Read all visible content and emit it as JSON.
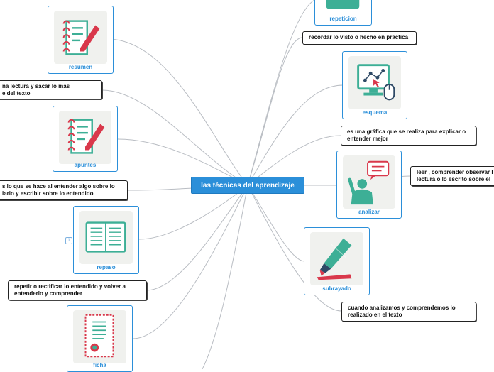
{
  "central": {
    "label": "las técnicas del aprendizaje"
  },
  "cards": {
    "resumen": "resumen",
    "apuntes": "apuntes",
    "repaso": "repaso",
    "ficha": "ficha",
    "repeticion": "repeticion",
    "esquema": "esquema",
    "analizar": "analizar",
    "subrayado": "subrayado"
  },
  "notes": {
    "resumen_def": "na lectura y sacar lo mas\ne del texto",
    "apuntes_def": "s lo que se hace al entender algo sobre lo\niario y escribir sobre lo entendido",
    "repaso_def": "repetir o rectificar lo entendido y volver a\nentenderlo y comprender",
    "repeticion_def": "recordar lo visto o hecho en practica",
    "esquema_def": "es una gráfica que se realiza para explicar o\nentender mejor",
    "analizar_def": "leer , comprender observar l\nlectura o lo escrito sobre el",
    "subrayado_def": "cuando analizamos y comprendemos lo\nrealizado en el texto"
  },
  "badge": {
    "repaso": "1"
  },
  "colors": {
    "node_blue": "#2b8fd9",
    "icon_teal": "#3daf96",
    "icon_red": "#d9384b",
    "icon_navy": "#2f4a66",
    "connector": "#b9bdc3"
  }
}
